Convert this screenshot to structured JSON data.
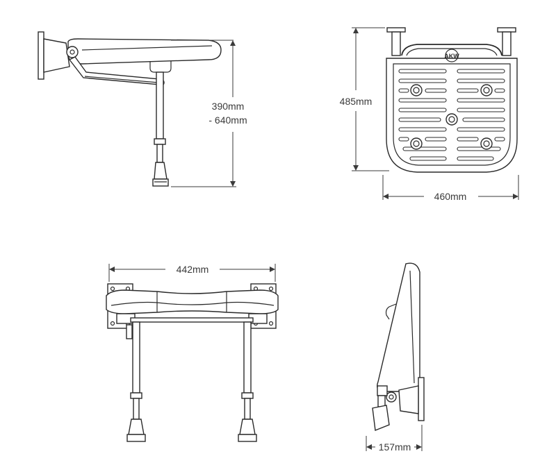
{
  "dimensions": {
    "height_range_line1": "390mm",
    "height_range_line2": "- 640mm",
    "depth": "485mm",
    "width": "460mm",
    "inner_width": "442mm",
    "folded_depth": "157mm"
  },
  "logo_mark": "AKW",
  "colors": {
    "line": "#2a2a2a",
    "dimension": "#3a3a3a",
    "background": "#ffffff"
  }
}
